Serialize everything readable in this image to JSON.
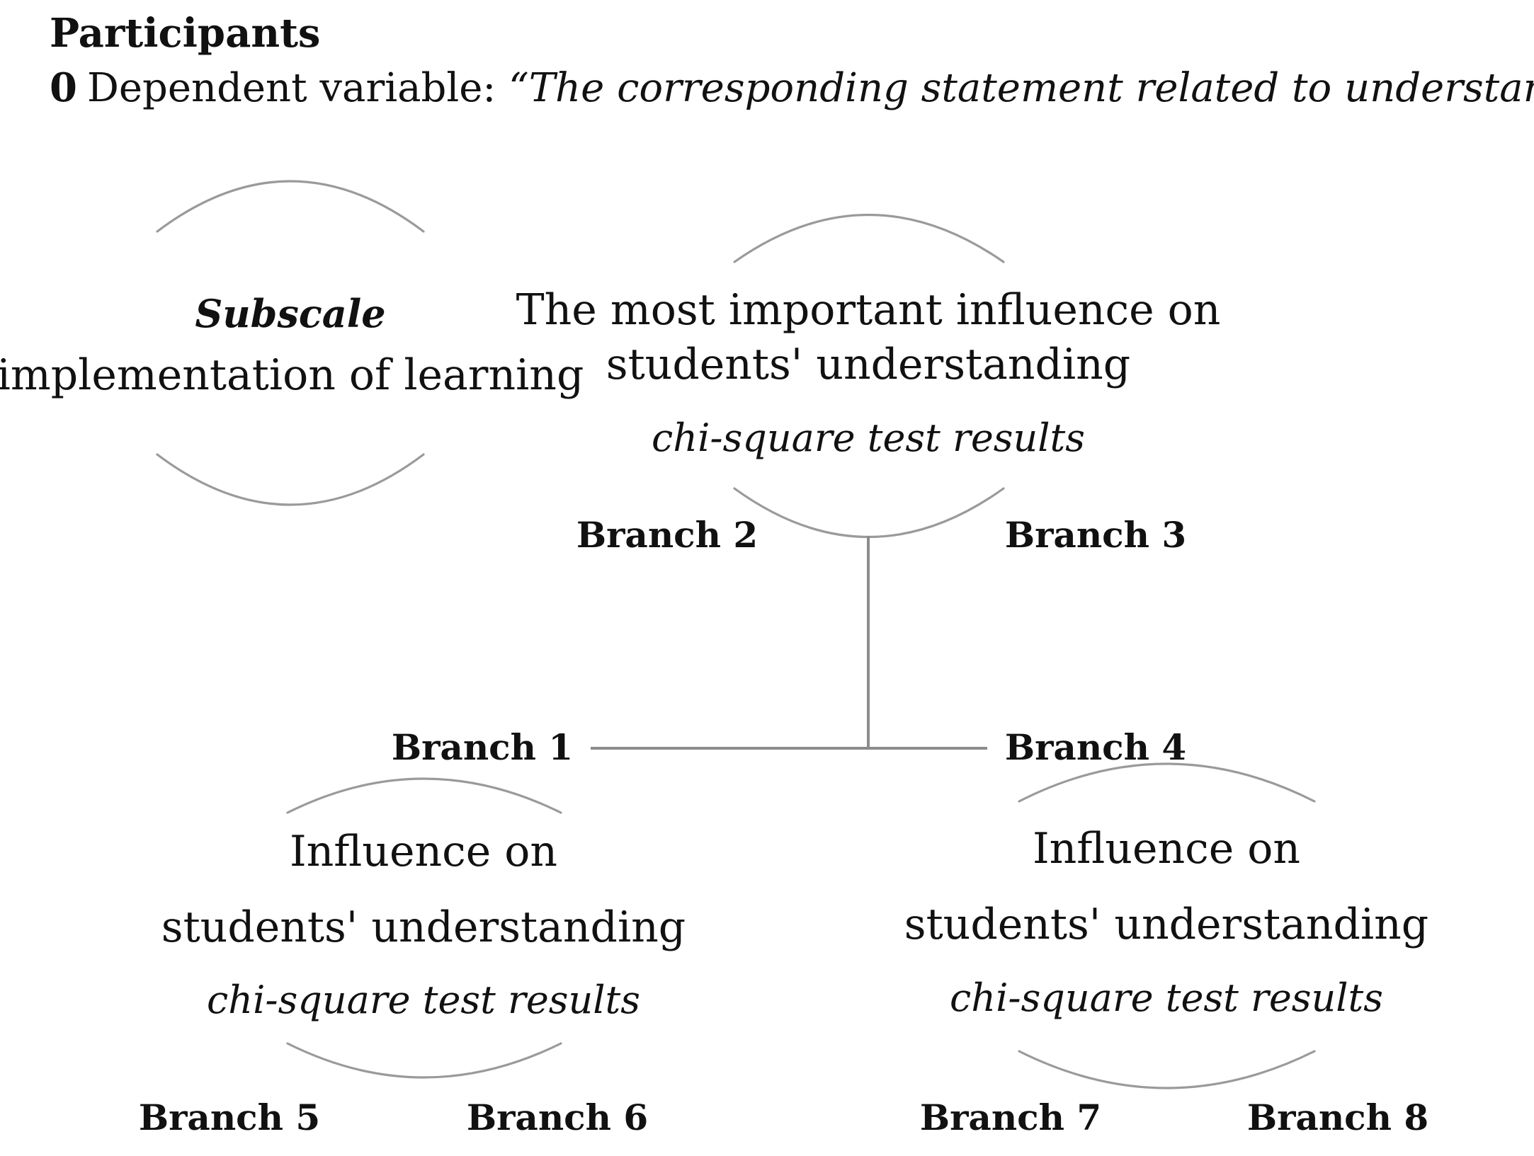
{
  "header": {
    "title": "Participants",
    "dependent_number": "0",
    "dependent_label": "Dependent variable: ",
    "dependent_value": "“The corresponding statement related to understanding”"
  },
  "nodes": {
    "subscale": {
      "label": "Subscale",
      "text": "implementation of learning"
    },
    "root": {
      "line1": "The most important influence on",
      "line2": "students' understanding",
      "test": "chi-square test results"
    },
    "left": {
      "line1": "Influence on",
      "line2": "students' understanding",
      "test": "chi-square test results"
    },
    "right": {
      "line1": "Influence on",
      "line2": "students' understanding",
      "test": "chi-square test results"
    }
  },
  "branches": {
    "b1": "Branch 1",
    "b2": "Branch 2",
    "b3": "Branch 3",
    "b4": "Branch 4",
    "b5": "Branch 5",
    "b6": "Branch 6",
    "b7": "Branch 7",
    "b8": "Branch 8"
  },
  "colors": {
    "arc": "#9a9a9a",
    "connector": "#8c8c8c",
    "text": "#111111"
  }
}
